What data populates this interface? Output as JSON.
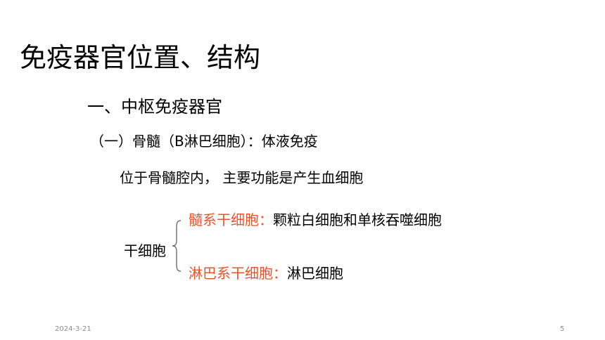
{
  "slide": {
    "title": "免疫器官位置、结构",
    "heading": "一、中枢免疫器官",
    "subheading": "（一）骨髓（B淋巴细胞）：体液免疫",
    "body": "位于骨髓腔内， 主要功能是产生血细胞",
    "stem_cell_label": "干细胞",
    "branches": [
      {
        "term": "髓系干细胞：",
        "description": "颗粒白细胞和单核吞噬细胞"
      },
      {
        "term": "淋巴系干细胞：",
        "description": "淋巴细胞"
      }
    ],
    "accent_color": "#e8542a"
  },
  "footer": {
    "date": "2024-3-21",
    "page_number": "5"
  }
}
